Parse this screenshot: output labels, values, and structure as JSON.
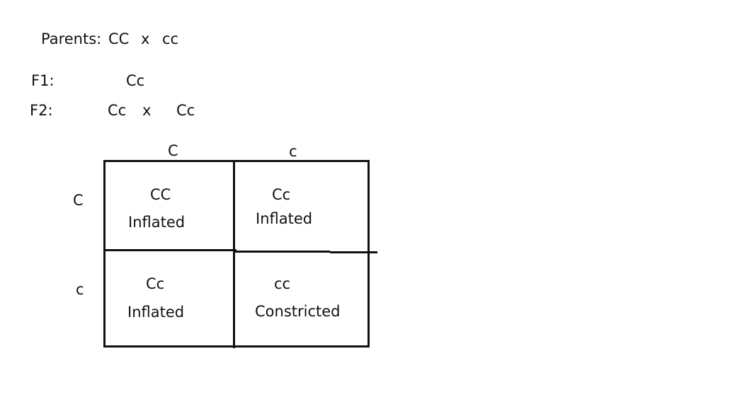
{
  "header": {
    "parents_label": "Parents:",
    "parent_1": "CC",
    "parents_cross": "x",
    "parent_2": "cc",
    "f1_label": "F1:",
    "f1_genotype": "Cc",
    "f2_label": "F2:",
    "f2_parent_1": "Cc",
    "f2_cross": "x",
    "f2_parent_2": "Cc"
  },
  "punnett": {
    "column_alleles": [
      "C",
      "c"
    ],
    "row_alleles": [
      "C",
      "c"
    ],
    "cells": [
      {
        "genotype": "CC",
        "phenotype": "Inflated"
      },
      {
        "genotype": "Cc",
        "phenotype": "Inflated"
      },
      {
        "genotype": "Cc",
        "phenotype": "Inflated"
      },
      {
        "genotype": "cc",
        "phenotype": "Constricted"
      }
    ]
  }
}
